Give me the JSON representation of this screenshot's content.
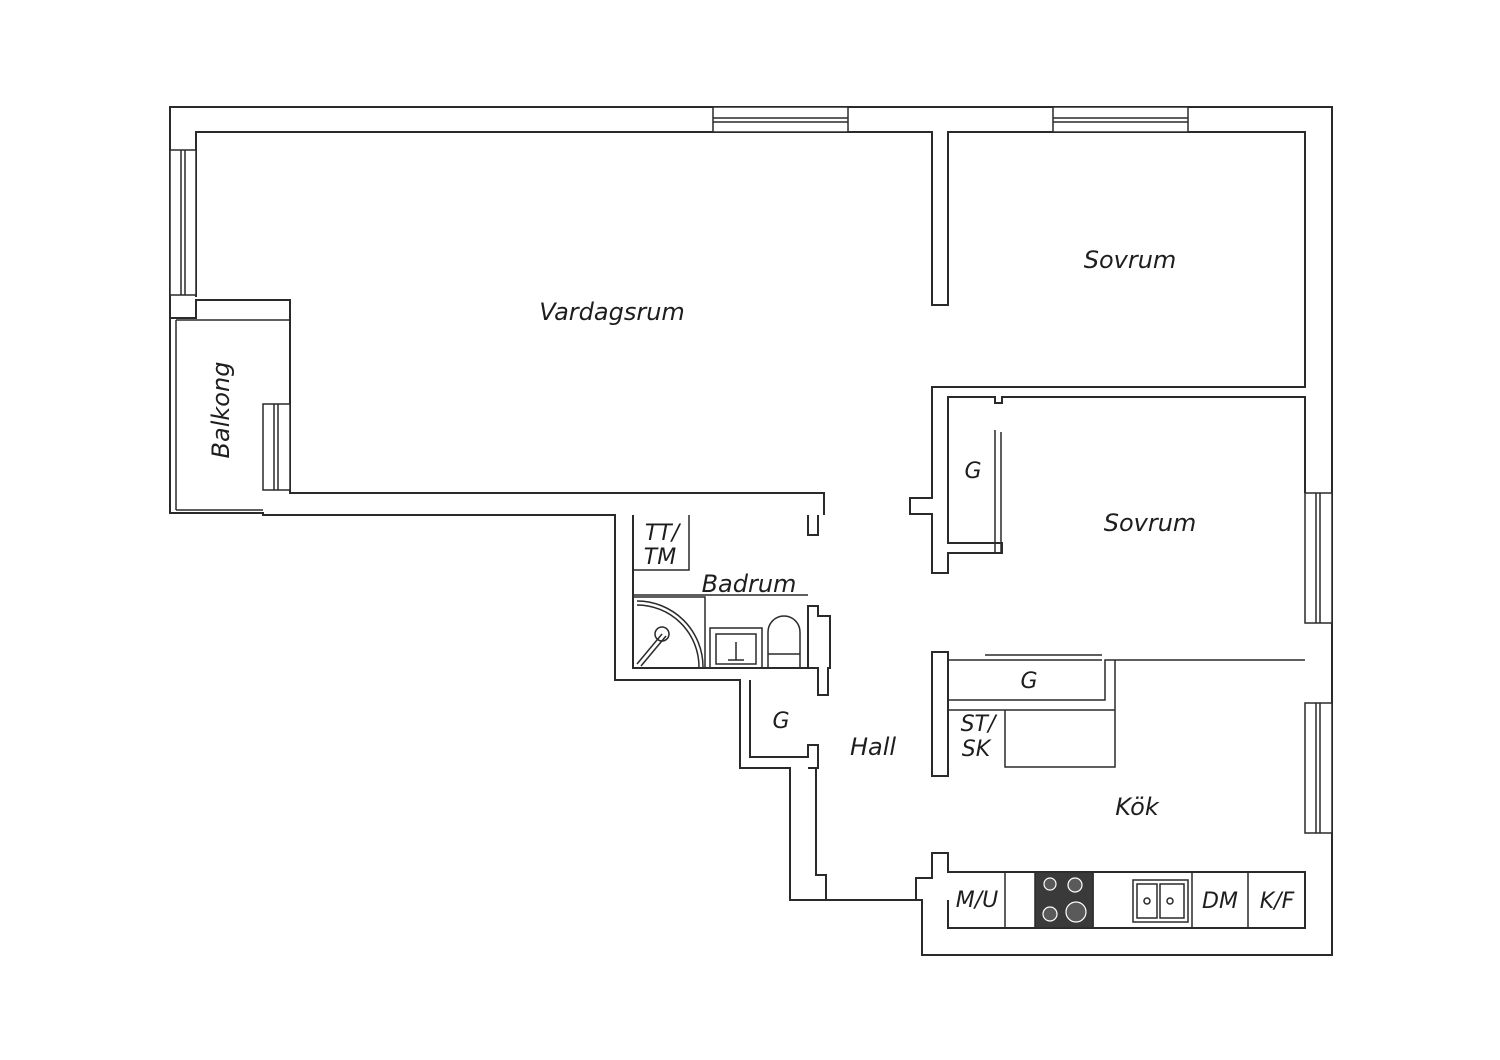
{
  "rooms": {
    "vardagsrum": "Vardagsrum",
    "sovrum_top": "Sovrum",
    "sovrum_mid": "Sovrum",
    "balkong": "Balkong",
    "badrum": "Badrum",
    "hall": "Hall",
    "kok": "Kök"
  },
  "fixtures": {
    "tt_tm_line1": "TT/",
    "tt_tm_line2": "TM",
    "st_sk_line1": "ST/",
    "st_sk_line2": "SK",
    "g_sovrum": "G",
    "g_hall": "G",
    "g_kok": "G",
    "mu": "M/U",
    "dm": "DM",
    "kf": "K/F"
  },
  "icons": [
    "shower-icon",
    "sink-icon",
    "toilet-icon",
    "stove-icon",
    "kitchen-sink-icon"
  ],
  "colors": {
    "line": "#2a2a2a",
    "background": "#ffffff",
    "stove": "#3a3a3a"
  }
}
